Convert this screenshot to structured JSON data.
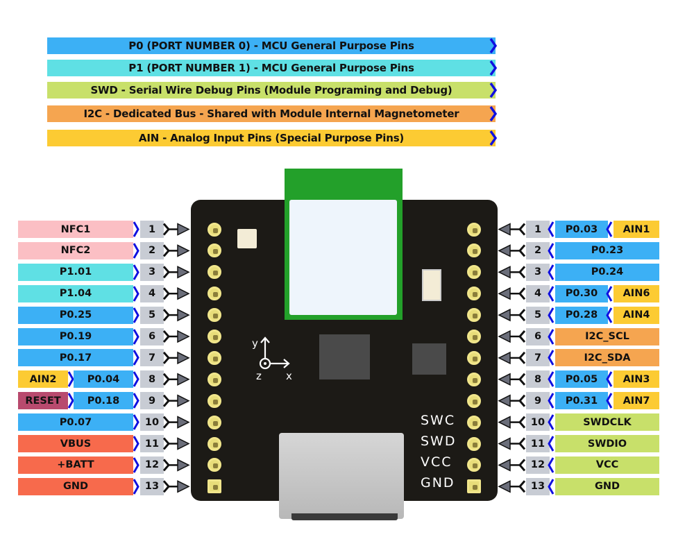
{
  "legend": [
    {
      "label": "P0 (PORT NUMBER 0) - MCU General Purpose Pins",
      "color": "#3cb0f5"
    },
    {
      "label": "P1 (PORT NUMBER 1) - MCU General Purpose Pins",
      "color": "#5fe0e4"
    },
    {
      "label": "SWD - Serial Wire Debug Pins (Module Programing and Debug)",
      "color": "#c8e06a"
    },
    {
      "label": "I2C - Dedicated Bus - Shared with Module Internal Magnetometer",
      "color": "#f5a550"
    },
    {
      "label": "AIN - Analog Input Pins (Special Purpose Pins)",
      "color": "#fccb33"
    }
  ],
  "colors": {
    "p0": "#3cb0f5",
    "p1": "#5fe0e4",
    "swd": "#c8e06a",
    "i2c": "#f5a550",
    "ain": "#fccb33",
    "nfc": "#fbbfc4",
    "power": "#f76a4c",
    "reset": "#b84a6e",
    "pin_number": "#c8ccd4",
    "chevron": "#1010e0"
  },
  "left_pins": [
    {
      "num": "1",
      "label": "NFC1",
      "type": "nfc"
    },
    {
      "num": "2",
      "label": "NFC2",
      "type": "nfc"
    },
    {
      "num": "3",
      "label": "P1.01",
      "type": "p1"
    },
    {
      "num": "4",
      "label": "P1.04",
      "type": "p1"
    },
    {
      "num": "5",
      "label": "P0.25",
      "type": "p0"
    },
    {
      "num": "6",
      "label": "P0.19",
      "type": "p0"
    },
    {
      "num": "7",
      "label": "P0.17",
      "type": "p0"
    },
    {
      "num": "8",
      "label": "P0.04",
      "type": "p0",
      "alt": "AIN2",
      "alt_type": "ain"
    },
    {
      "num": "9",
      "label": "P0.18",
      "type": "p0",
      "alt": "RESET",
      "alt_type": "reset"
    },
    {
      "num": "10",
      "label": "P0.07",
      "type": "p0"
    },
    {
      "num": "11",
      "label": "VBUS",
      "type": "power"
    },
    {
      "num": "12",
      "label": "+BATT",
      "type": "power"
    },
    {
      "num": "13",
      "label": "GND",
      "type": "power"
    }
  ],
  "right_pins": [
    {
      "num": "1",
      "label": "P0.03",
      "type": "p0",
      "alt": "AIN1",
      "alt_type": "ain"
    },
    {
      "num": "2",
      "label": "P0.23",
      "type": "p0"
    },
    {
      "num": "3",
      "label": "P0.24",
      "type": "p0"
    },
    {
      "num": "4",
      "label": "P0.30",
      "type": "p0",
      "alt": "AIN6",
      "alt_type": "ain"
    },
    {
      "num": "5",
      "label": "P0.28",
      "type": "p0",
      "alt": "AIN4",
      "alt_type": "ain"
    },
    {
      "num": "6",
      "label": "I2C_SCL",
      "type": "i2c"
    },
    {
      "num": "7",
      "label": "I2C_SDA",
      "type": "i2c"
    },
    {
      "num": "8",
      "label": "P0.05",
      "type": "p0",
      "alt": "AIN3",
      "alt_type": "ain"
    },
    {
      "num": "9",
      "label": "P0.31",
      "type": "p0",
      "alt": "AIN7",
      "alt_type": "ain"
    },
    {
      "num": "10",
      "label": "SWDCLK",
      "type": "swd"
    },
    {
      "num": "11",
      "label": "SWDIO",
      "type": "swd"
    },
    {
      "num": "12",
      "label": "VCC",
      "type": "swd"
    },
    {
      "num": "13",
      "label": "GND",
      "type": "swd"
    }
  ],
  "board": {
    "silkscreen": [
      "SWC",
      "SWD",
      "VCC",
      "GND"
    ],
    "axes": {
      "x": "x",
      "y": "y",
      "z": "z"
    }
  }
}
